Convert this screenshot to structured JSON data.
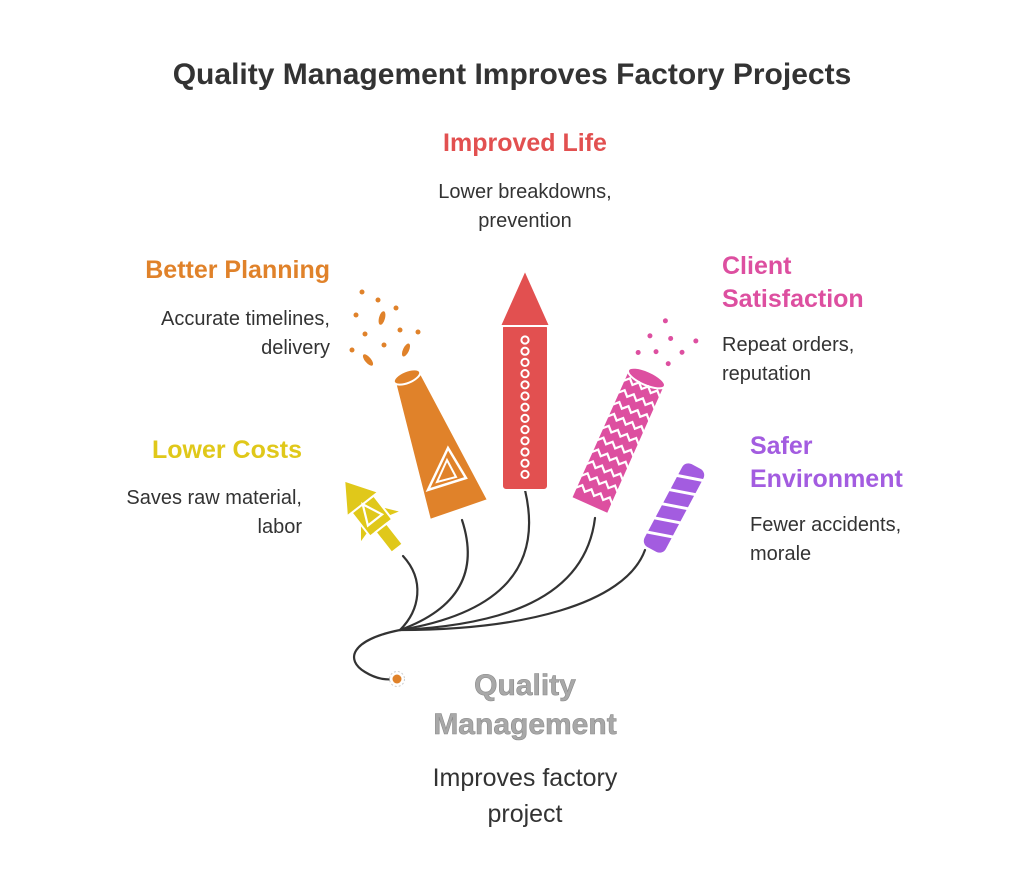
{
  "title": "Quality Management Improves Factory Projects",
  "center": {
    "heading": "Quality\nManagement",
    "description": "Improves factory\nproject",
    "color": "#a8a8a8"
  },
  "items": [
    {
      "key": "lower_costs",
      "heading": "Lower Costs",
      "description": "Saves raw material,\nlabor",
      "color": "#e0c81a",
      "icon": "small-rocket-icon"
    },
    {
      "key": "better_planning",
      "heading": "Better Planning",
      "description": "Accurate timelines,\ndelivery",
      "color": "#e0822a",
      "icon": "cone-firework-icon"
    },
    {
      "key": "improved_life",
      "heading": "Improved Life",
      "description": "Lower breakdowns,\nprevention",
      "color": "#e25050",
      "icon": "tall-rocket-icon"
    },
    {
      "key": "client_satisfaction",
      "heading": "Client\nSatisfaction",
      "description": "Repeat orders,\nreputation",
      "color": "#dd4fa0",
      "icon": "zigzag-firework-icon"
    },
    {
      "key": "safer_environment",
      "heading": "Safer\nEnvironment",
      "description": "Fewer accidents,\nmorale",
      "color": "#a35ce0",
      "icon": "striped-candle-icon"
    }
  ],
  "fuse_color": "#333333",
  "spark_color": "#e0822a"
}
